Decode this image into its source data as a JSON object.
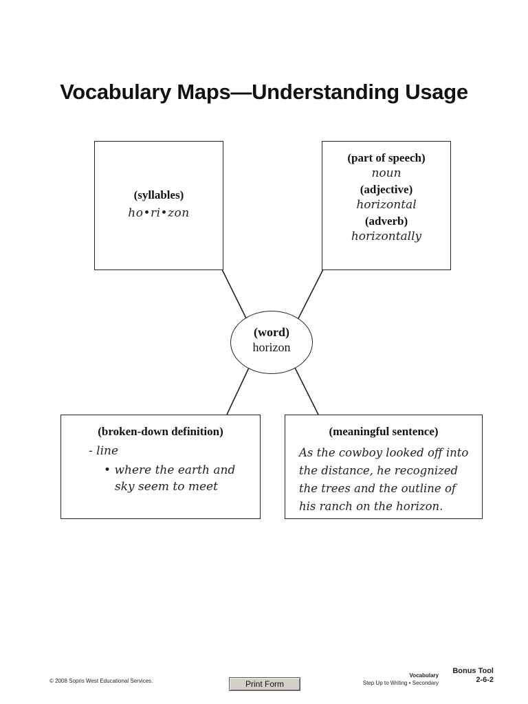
{
  "page": {
    "title": "Vocabulary Maps—Understanding Usage"
  },
  "map": {
    "word": {
      "label": "(word)",
      "value": "horizon"
    },
    "syllables": {
      "label": "(syllables)",
      "value": "ho•ri•zon"
    },
    "parts_of_speech": {
      "pos_label": "(part of speech)",
      "pos_value": "noun",
      "adjective_label": "(adjective)",
      "adjective_value": "horizontal",
      "adverb_label": "(adverb)",
      "adverb_value": "horizontally"
    },
    "definition": {
      "label": "(broken-down definition)",
      "line1": "- line",
      "bullet": "•",
      "line2": "where the earth and",
      "line3": "sky seem to meet"
    },
    "sentence": {
      "label": "(meaningful sentence)",
      "text": "As the cowboy looked off into the distance, he recognized the trees and the outline of his ranch on the horizon."
    }
  },
  "footer": {
    "copyright": "© 2008 Sopris West Educational Services.",
    "print_button": "Print Form",
    "series": "Vocabulary",
    "series_sub": "Step Up to Writing • Secondary",
    "tool_label": "Bonus Tool",
    "tool_number": "2-6-2"
  }
}
